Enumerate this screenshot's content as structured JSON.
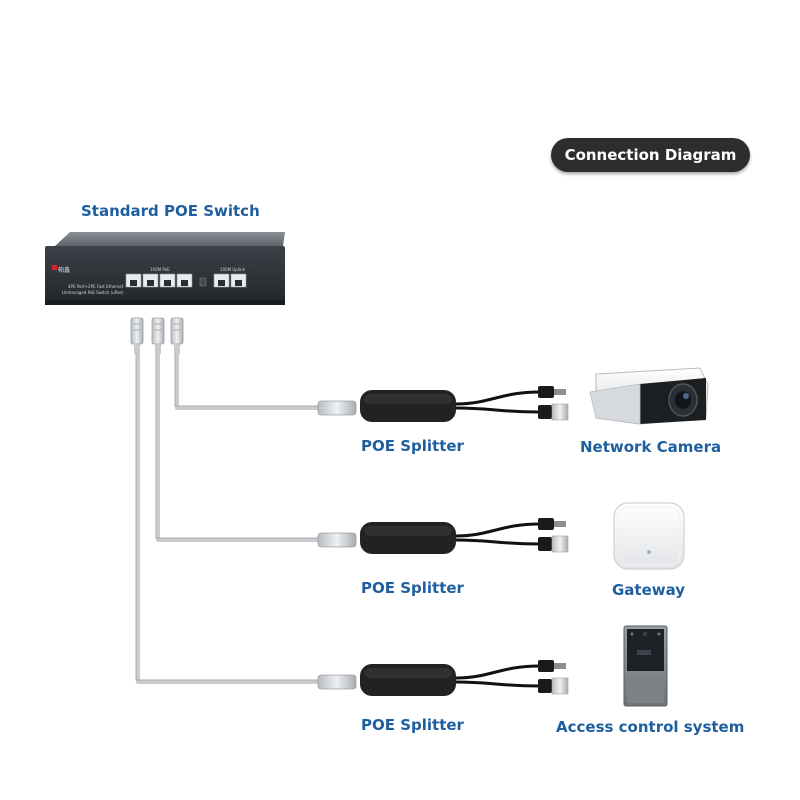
{
  "badge": {
    "title": "Connection Diagram"
  },
  "switch": {
    "label": "Standard POE Switch",
    "brand": "帕鑫",
    "model_line1": "4PE Port+2PE Fast Ethernet",
    "model_line2": "Unmanaged PoE Switch (uPoe)",
    "poe_group": "100M PoE",
    "uplink_group": "100M Uplink"
  },
  "rows": [
    {
      "splitter_label": "POE Splitter",
      "device_label": "Network Camera",
      "device_icon": "camera-icon"
    },
    {
      "splitter_label": "POE Splitter",
      "device_label": "Gateway",
      "device_icon": "access-point-icon"
    },
    {
      "splitter_label": "POE Splitter",
      "device_label": "Access control system",
      "device_icon": "door-panel-icon"
    }
  ],
  "colors": {
    "label_blue": "#1f5fa0",
    "badge_bg": "#2d2d2d",
    "cable_gray": "#c9cbce"
  }
}
